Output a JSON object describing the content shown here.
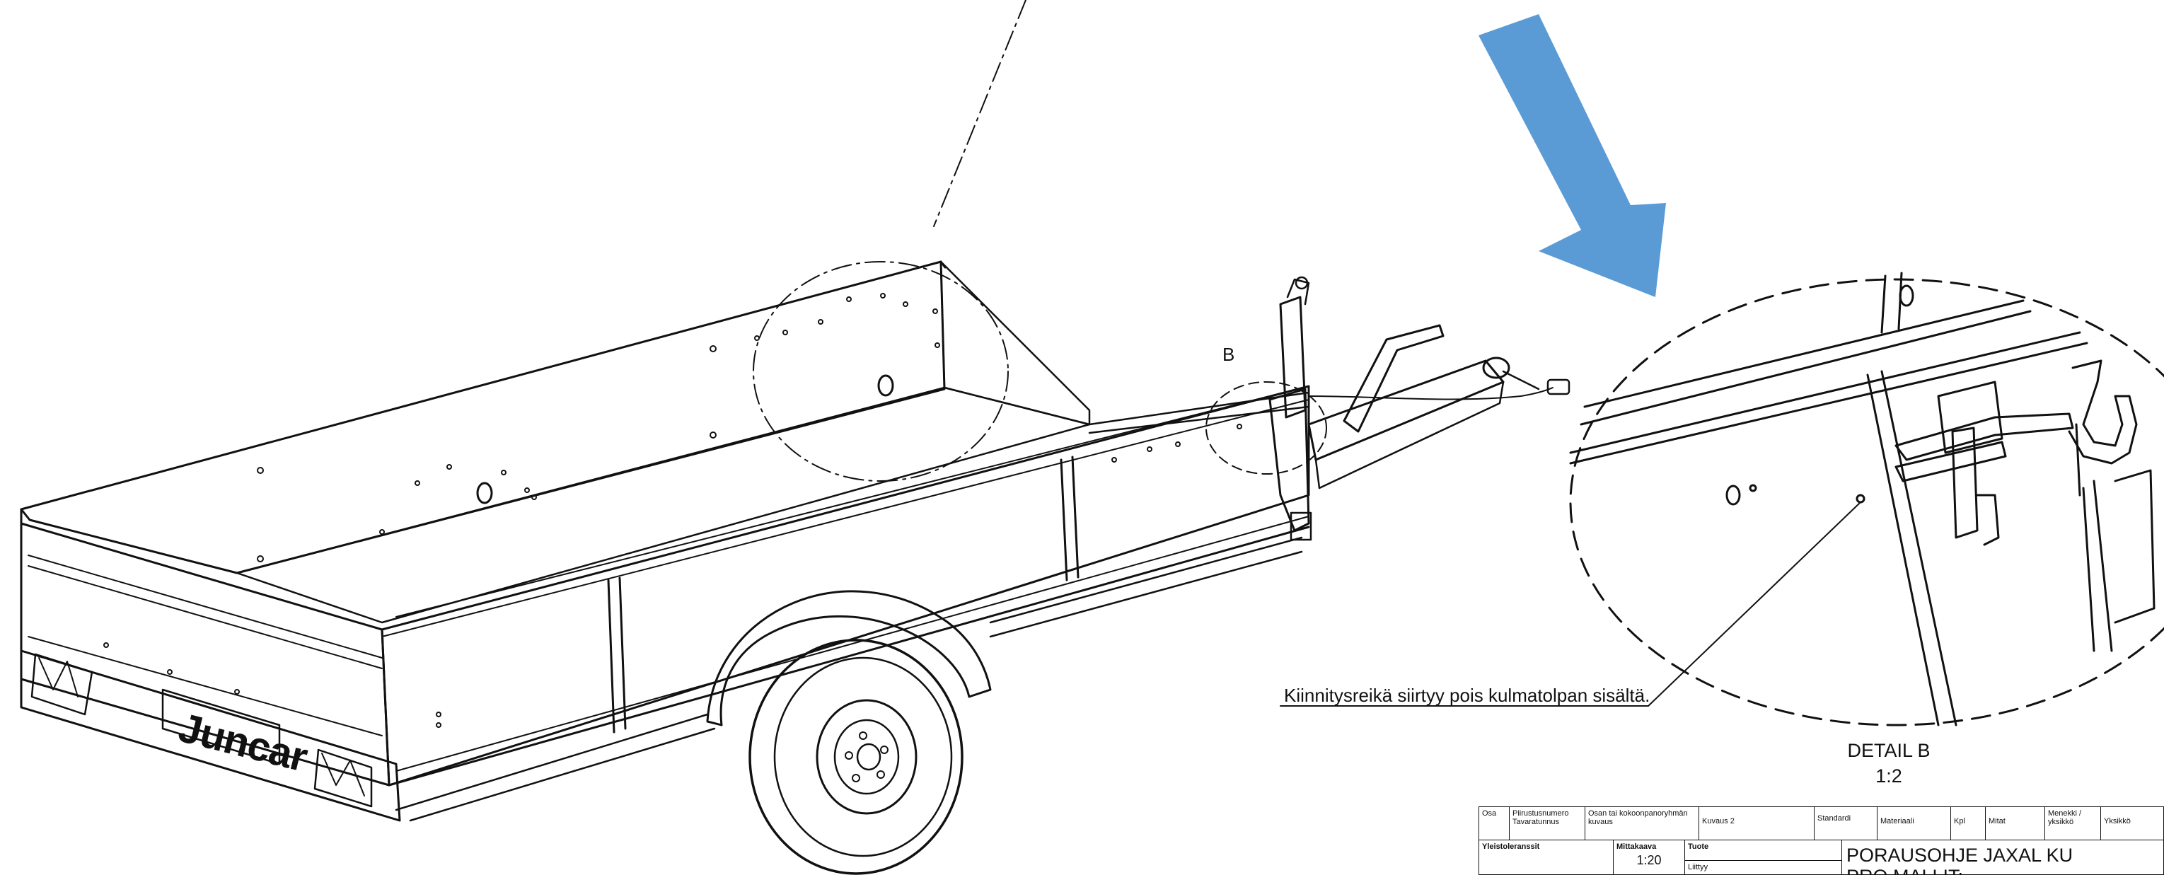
{
  "detail_label": "B",
  "note": "Kiinnitysreikä siirtyy pois kulmatolpan sisältä.",
  "detail": {
    "title": "DETAIL B",
    "scale": "1:2"
  },
  "brand": "Juncar",
  "arrow_color": "#5b9bd5",
  "title_block": {
    "headers": {
      "osa": "Osa",
      "piirustusnumero": "Piirustusnumero Tavaratunnus",
      "osan_kuvaus": "Osan tai kokoonpanoryhmän kuvaus",
      "kuvaus2": "Kuvaus 2",
      "standardi": "Standardi",
      "materiaali": "Materiaali",
      "kpl": "Kpl",
      "mitat": "Mitat",
      "menekki": "Menekki / yksikkö",
      "yksikko": "Yksikkö"
    },
    "yleistoleranssit": "Yleistoleranssit",
    "mittakaava_label": "Mittakaava",
    "mittakaava_value": "1:20",
    "tuote_label": "Tuote",
    "liittyy_label": "Liittyy",
    "title_line1": "PORAUSOHJE JAXAL KU",
    "title_line2": "PRO MALLIT:"
  }
}
